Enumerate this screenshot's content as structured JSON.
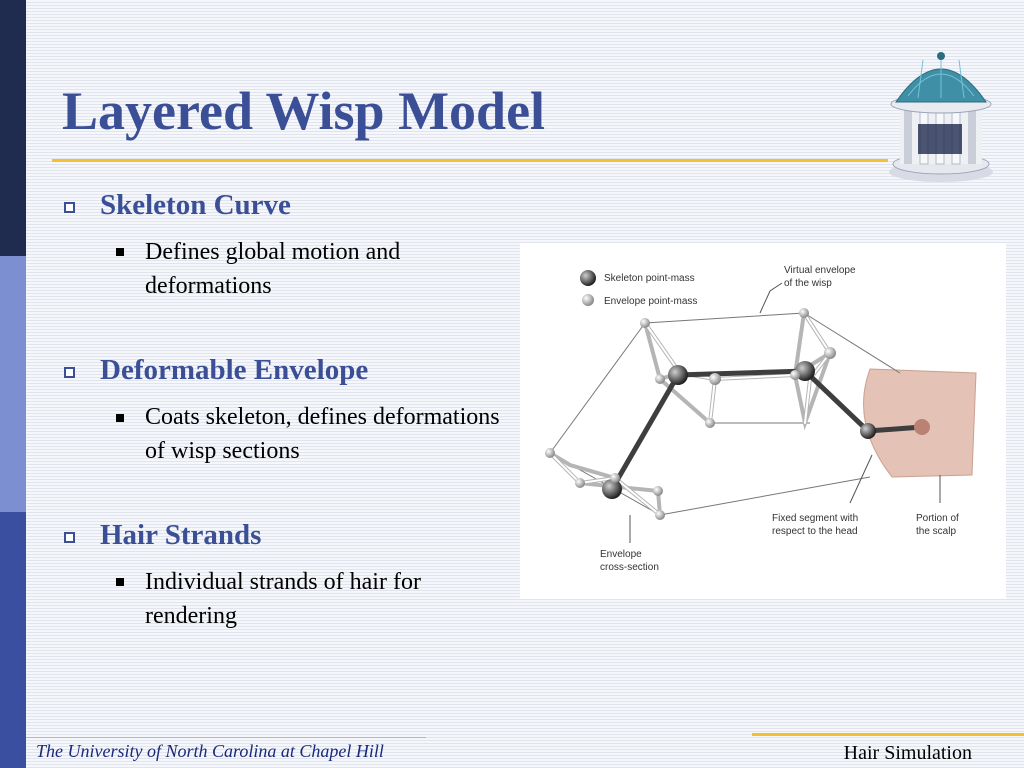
{
  "slide": {
    "title": "Layered Wisp Model"
  },
  "bullets": [
    {
      "heading": "Skeleton Curve",
      "detail": "Defines global motion and deformations"
    },
    {
      "heading": "Deformable Envelope",
      "detail": "Coats skeleton, defines deformations of wisp sections"
    },
    {
      "heading": "Hair Strands",
      "detail": "Individual strands of hair for rendering"
    }
  ],
  "figure": {
    "legend_skeleton": "Skeleton point-mass",
    "legend_envelope": "Envelope point-mass",
    "virtual_envelope_line1": "Virtual envelope",
    "virtual_envelope_line2": "of the wisp",
    "fixed_segment_line1": "Fixed segment with",
    "fixed_segment_line2": "respect to the head",
    "scalp_line1": "Portion of",
    "scalp_line2": "the scalp",
    "cross_section_line1": "Envelope",
    "cross_section_line2": "cross-section"
  },
  "footer": {
    "institution": "The University of North Carolina at Chapel Hill",
    "course": "Hair Simulation"
  },
  "colors": {
    "title": "#3b4f96",
    "accent_rule": "#f2c033",
    "sidebar_dark": "#1f2c4f",
    "sidebar_light": "#7b8fd1",
    "sidebar_mid": "#3b4fa0"
  }
}
